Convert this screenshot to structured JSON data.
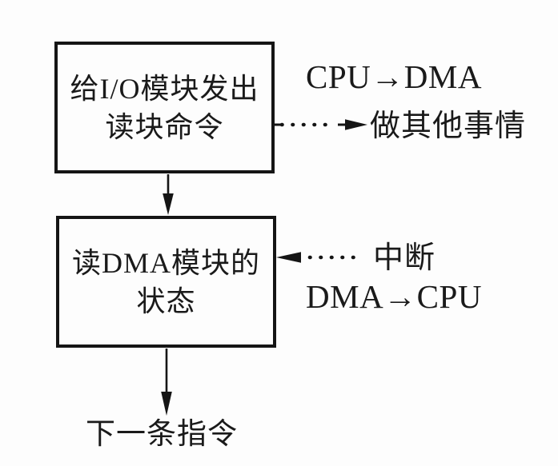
{
  "diagram": {
    "title_semantic": "DMA read-block flow",
    "colors": {
      "background": "#fdfdfd",
      "line": "#151515",
      "text": "#1a1a1a"
    },
    "boxes": [
      {
        "id": "issue-read-command",
        "line1": "给I/O模块发出",
        "line2": "读块命令"
      },
      {
        "id": "read-dma-status",
        "line1": "读DMA模块的",
        "line2": "状态"
      }
    ],
    "annotations": {
      "cpu_to_dma": "CPU→DMA",
      "do_other_things": "做其他事情",
      "interrupt": "中断",
      "dma_to_cpu": "DMA→CPU",
      "next_instruction": "下一条指令"
    },
    "arrows": [
      {
        "id": "box1-to-box2",
        "type": "solid",
        "direction": "down"
      },
      {
        "id": "box2-to-next-instruction",
        "type": "solid",
        "direction": "down"
      },
      {
        "id": "box1-to-do-other-things",
        "type": "dotted",
        "direction": "right"
      },
      {
        "id": "interrupt-to-box2",
        "type": "dotted",
        "direction": "left"
      }
    ]
  }
}
